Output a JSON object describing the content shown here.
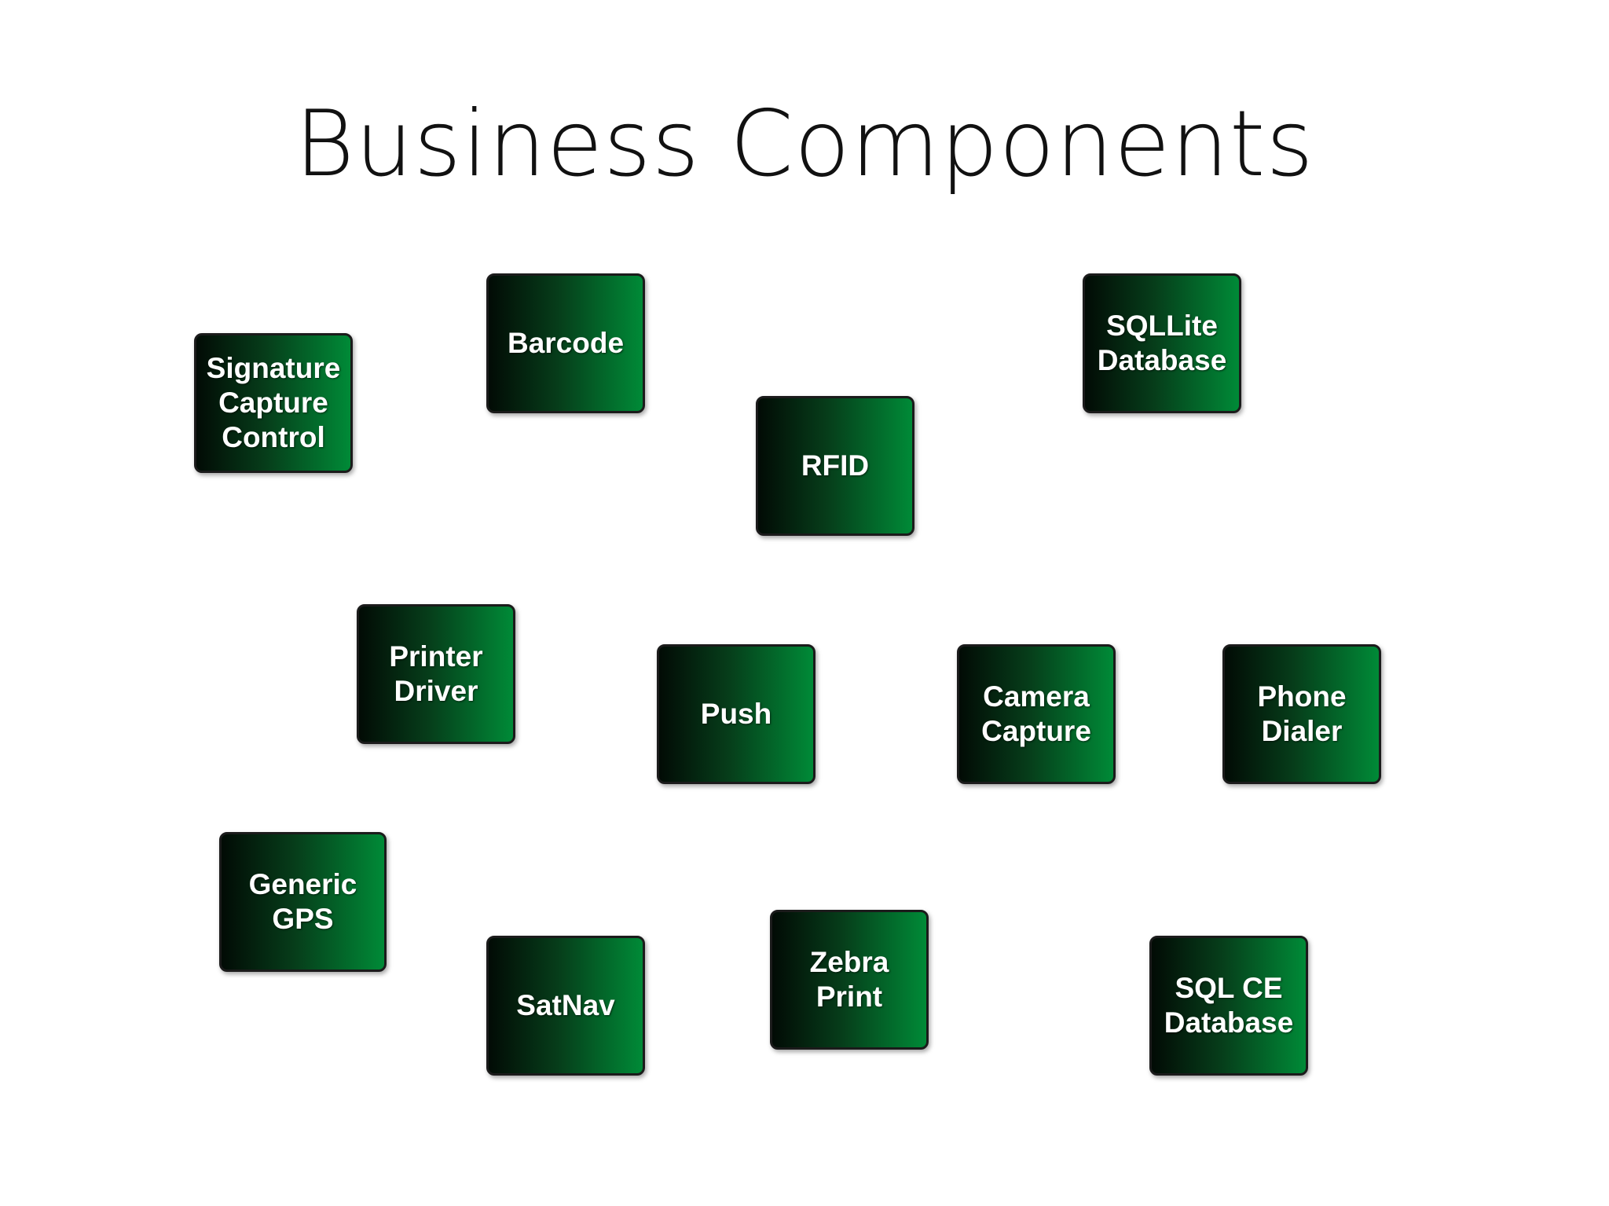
{
  "title": "Business Components",
  "tiles": [
    {
      "id": "signature",
      "label": "Signature\nCapture\nControl"
    },
    {
      "id": "barcode",
      "label": "Barcode"
    },
    {
      "id": "sqllite",
      "label": "SQLLite\nDatabase"
    },
    {
      "id": "rfid",
      "label": "RFID"
    },
    {
      "id": "printer",
      "label": "Printer\nDriver"
    },
    {
      "id": "push",
      "label": "Push"
    },
    {
      "id": "camera",
      "label": "Camera\nCapture"
    },
    {
      "id": "phone",
      "label": "Phone\nDialer"
    },
    {
      "id": "gps",
      "label": "Generic\nGPS"
    },
    {
      "id": "satnav",
      "label": "SatNav"
    },
    {
      "id": "zebra",
      "label": "Zebra\nPrint"
    },
    {
      "id": "sqlce",
      "label": "SQL CE\nDatabase"
    }
  ],
  "colors": {
    "tile_dark": "#020b05",
    "tile_light": "#008a37",
    "tile_border": "#1b1b1b",
    "tile_text": "#ffffff",
    "title_text": "#111111"
  }
}
